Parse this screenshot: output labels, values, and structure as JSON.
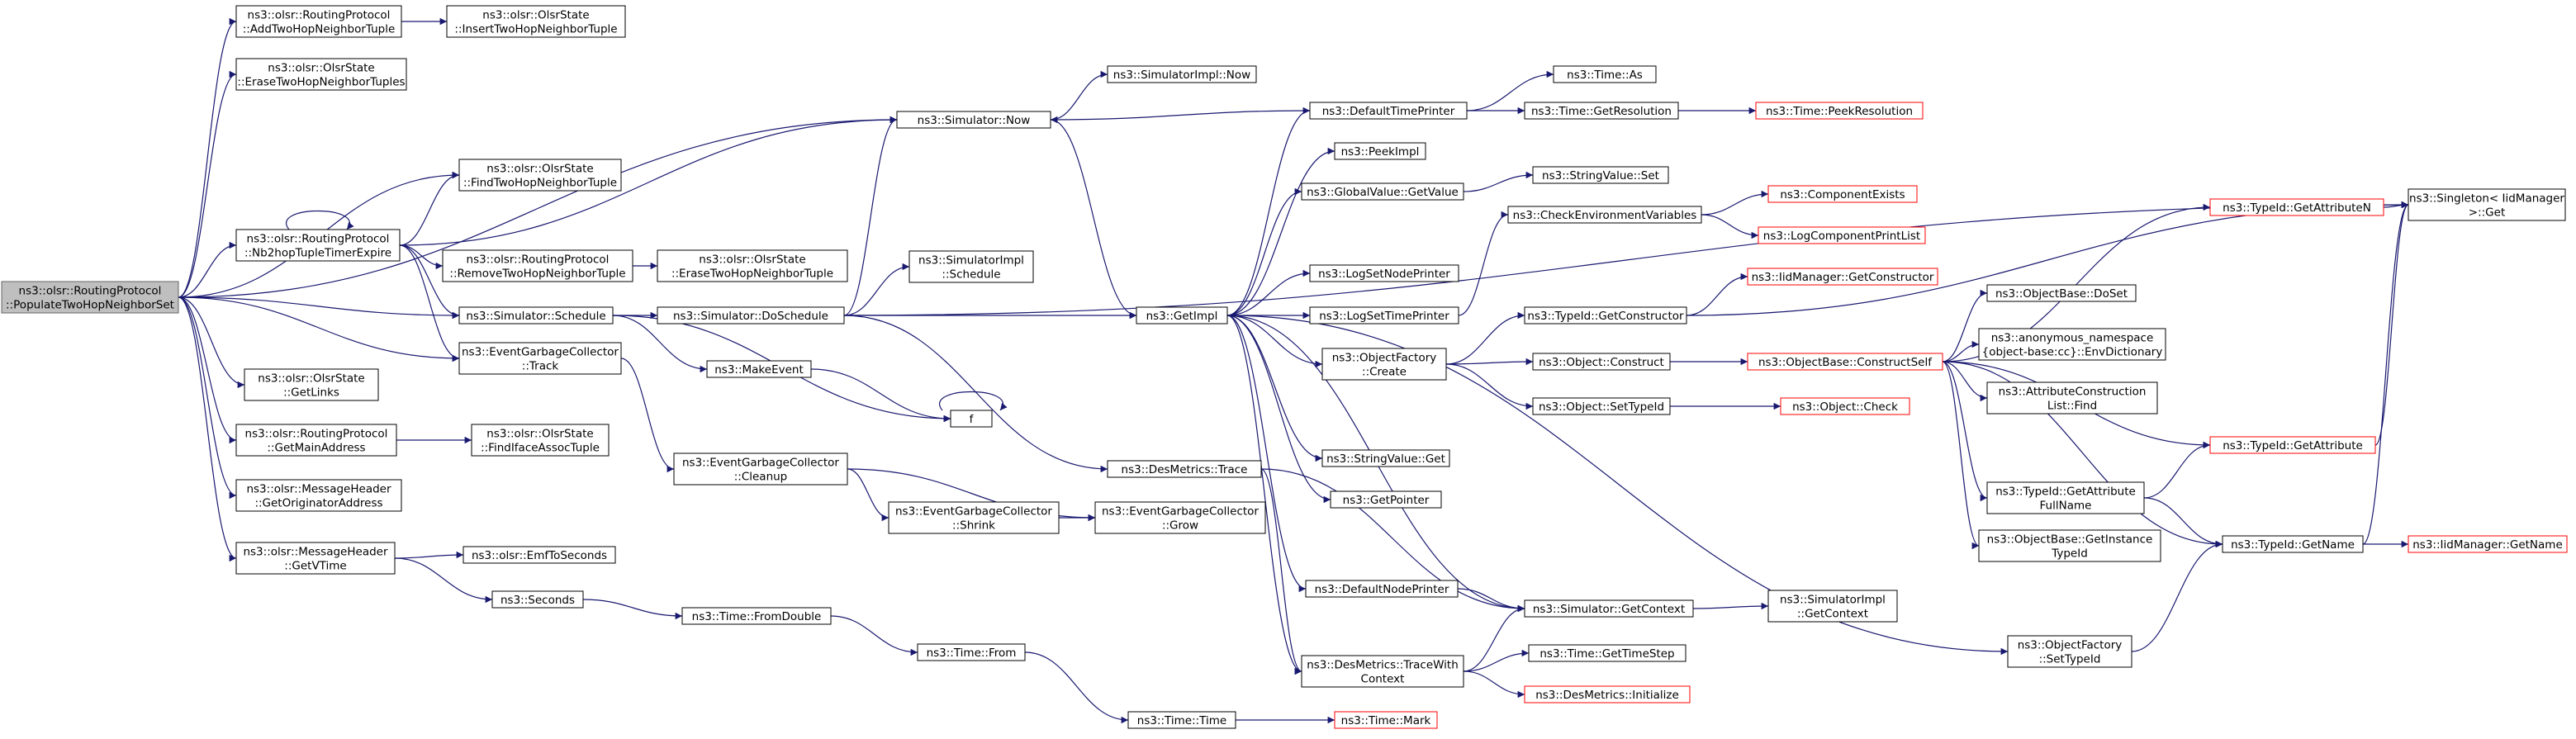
{
  "graph": {
    "nodes": [
      {
        "id": "root",
        "lines": [
          "ns3::olsr::RoutingProtocol",
          "::PopulateTwoHopNeighborSet"
        ],
        "style": "root"
      },
      {
        "id": "addtwohop",
        "lines": [
          "ns3::olsr::RoutingProtocol",
          "::AddTwoHopNeighborTuple"
        ]
      },
      {
        "id": "inserttwohop",
        "lines": [
          "ns3::olsr::OlsrState",
          "::InsertTwoHopNeighborTuple"
        ]
      },
      {
        "id": "erasetwohops",
        "lines": [
          "ns3::olsr::OlsrState",
          "::EraseTwoHopNeighborTuples"
        ]
      },
      {
        "id": "findtwohop",
        "lines": [
          "ns3::olsr::OlsrState",
          "::FindTwoHopNeighborTuple"
        ]
      },
      {
        "id": "nb2hop",
        "lines": [
          "ns3::olsr::RoutingProtocol",
          "::Nb2hopTupleTimerExpire"
        ]
      },
      {
        "id": "removetwohop",
        "lines": [
          "ns3::olsr::RoutingProtocol",
          "::RemoveTwoHopNeighborTuple"
        ]
      },
      {
        "id": "erasetwohop",
        "lines": [
          "ns3::olsr::OlsrState",
          "::EraseTwoHopNeighborTuple"
        ]
      },
      {
        "id": "schedule",
        "lines": [
          "ns3::Simulator::Schedule"
        ]
      },
      {
        "id": "egctrack",
        "lines": [
          "ns3::EventGarbageCollector",
          "::Track"
        ]
      },
      {
        "id": "getlinks",
        "lines": [
          "ns3::olsr::OlsrState",
          "::GetLinks"
        ]
      },
      {
        "id": "getmainaddr",
        "lines": [
          "ns3::olsr::RoutingProtocol",
          "::GetMainAddress"
        ]
      },
      {
        "id": "findiface",
        "lines": [
          "ns3::olsr::OlsrState",
          "::FindIfaceAssocTuple"
        ]
      },
      {
        "id": "getorig",
        "lines": [
          "ns3::olsr::MessageHeader",
          "::GetOriginatorAddress"
        ]
      },
      {
        "id": "getvtime",
        "lines": [
          "ns3::olsr::MessageHeader",
          "::GetVTime"
        ]
      },
      {
        "id": "emftosec",
        "lines": [
          "ns3::olsr::EmfToSeconds"
        ]
      },
      {
        "id": "seconds",
        "lines": [
          "ns3::Seconds"
        ]
      },
      {
        "id": "fromdouble",
        "lines": [
          "ns3::Time::FromDouble"
        ]
      },
      {
        "id": "from",
        "lines": [
          "ns3::Time::From"
        ]
      },
      {
        "id": "time",
        "lines": [
          "ns3::Time::Time"
        ]
      },
      {
        "id": "mark",
        "lines": [
          "ns3::Time::Mark"
        ],
        "style": "trunc"
      },
      {
        "id": "simnow",
        "lines": [
          "ns3::Simulator::Now"
        ]
      },
      {
        "id": "simimplnow",
        "lines": [
          "ns3::SimulatorImpl::Now"
        ]
      },
      {
        "id": "doschedule",
        "lines": [
          "ns3::Simulator::DoSchedule"
        ]
      },
      {
        "id": "simimplschedule",
        "lines": [
          "ns3::SimulatorImpl",
          "::Schedule"
        ]
      },
      {
        "id": "makeevent",
        "lines": [
          "ns3::MakeEvent"
        ]
      },
      {
        "id": "f",
        "lines": [
          "f"
        ]
      },
      {
        "id": "egccleanup",
        "lines": [
          "ns3::EventGarbageCollector",
          "::Cleanup"
        ]
      },
      {
        "id": "egcshrink",
        "lines": [
          "ns3::EventGarbageCollector",
          "::Shrink"
        ]
      },
      {
        "id": "egcgrow",
        "lines": [
          "ns3::EventGarbageCollector",
          "::Grow"
        ]
      },
      {
        "id": "getimpl",
        "lines": [
          "ns3::GetImpl"
        ]
      },
      {
        "id": "destrace",
        "lines": [
          "ns3::DesMetrics::Trace"
        ]
      },
      {
        "id": "deftimeprinter",
        "lines": [
          "ns3::DefaultTimePrinter"
        ]
      },
      {
        "id": "timeas",
        "lines": [
          "ns3::Time::As"
        ]
      },
      {
        "id": "timegetres",
        "lines": [
          "ns3::Time::GetResolution"
        ]
      },
      {
        "id": "timepeekres",
        "lines": [
          "ns3::Time::PeekResolution"
        ],
        "style": "trunc"
      },
      {
        "id": "peekimpl",
        "lines": [
          "ns3::PeekImpl"
        ]
      },
      {
        "id": "gvgetvalue",
        "lines": [
          "ns3::GlobalValue::GetValue"
        ]
      },
      {
        "id": "svset",
        "lines": [
          "ns3::StringValue::Set"
        ]
      },
      {
        "id": "logsetnode",
        "lines": [
          "ns3::LogSetNodePrinter"
        ]
      },
      {
        "id": "logsettime",
        "lines": [
          "ns3::LogSetTimePrinter"
        ]
      },
      {
        "id": "checkenv",
        "lines": [
          "ns3::CheckEnvironmentVariables"
        ]
      },
      {
        "id": "compexists",
        "lines": [
          "ns3::ComponentExists"
        ],
        "style": "trunc"
      },
      {
        "id": "logcompprint",
        "lines": [
          "ns3::LogComponentPrintList"
        ],
        "style": "trunc"
      },
      {
        "id": "ofcreate",
        "lines": [
          "ns3::ObjectFactory",
          "::Create"
        ]
      },
      {
        "id": "tidgetctor",
        "lines": [
          "ns3::TypeId::GetConstructor"
        ]
      },
      {
        "id": "iidmgetctor",
        "lines": [
          "ns3::IidManager::GetConstructor"
        ],
        "style": "trunc"
      },
      {
        "id": "objconstruct",
        "lines": [
          "ns3::Object::Construct"
        ]
      },
      {
        "id": "objsettypeid",
        "lines": [
          "ns3::Object::SetTypeId"
        ]
      },
      {
        "id": "objcheck",
        "lines": [
          "ns3::Object::Check"
        ],
        "style": "trunc"
      },
      {
        "id": "obconstructself",
        "lines": [
          "ns3::ObjectBase::ConstructSelf"
        ],
        "style": "trunc"
      },
      {
        "id": "tidgetattrn",
        "lines": [
          "ns3::TypeId::GetAttributeN"
        ],
        "style": "trunc"
      },
      {
        "id": "singletonget",
        "lines": [
          "ns3::Singleton< IidManager",
          ">::Get"
        ]
      },
      {
        "id": "obdoset",
        "lines": [
          "ns3::ObjectBase::DoSet"
        ]
      },
      {
        "id": "envdict",
        "lines": [
          "ns3::anonymous_namespace",
          "{object-base:cc}::EnvDictionary"
        ]
      },
      {
        "id": "attrconstrfind",
        "lines": [
          "ns3::AttributeConstruction",
          "List::Find"
        ]
      },
      {
        "id": "tidgetattr",
        "lines": [
          "ns3::TypeId::GetAttribute"
        ],
        "style": "trunc"
      },
      {
        "id": "tidgetattrfull",
        "lines": [
          "ns3::TypeId::GetAttribute",
          "FullName"
        ]
      },
      {
        "id": "obgetinsttid",
        "lines": [
          "ns3::ObjectBase::GetInstance",
          "TypeId"
        ]
      },
      {
        "id": "tidgetname",
        "lines": [
          "ns3::TypeId::GetName"
        ]
      },
      {
        "id": "iidmgetname",
        "lines": [
          "ns3::IidManager::GetName"
        ],
        "style": "trunc"
      },
      {
        "id": "svget",
        "lines": [
          "ns3::StringValue::Get"
        ]
      },
      {
        "id": "getpointer",
        "lines": [
          "ns3::GetPointer"
        ]
      },
      {
        "id": "defnodeprinter",
        "lines": [
          "ns3::DefaultNodePrinter"
        ]
      },
      {
        "id": "simgetcontext",
        "lines": [
          "ns3::Simulator::GetContext"
        ]
      },
      {
        "id": "simimplgetcontext",
        "lines": [
          "ns3::SimulatorImpl",
          "::GetContext"
        ]
      },
      {
        "id": "destracectx",
        "lines": [
          "ns3::DesMetrics::TraceWith",
          "Context"
        ]
      },
      {
        "id": "timegetstep",
        "lines": [
          "ns3::Time::GetTimeStep"
        ]
      },
      {
        "id": "desinit",
        "lines": [
          "ns3::DesMetrics::Initialize"
        ],
        "style": "trunc"
      },
      {
        "id": "ofsettypeid",
        "lines": [
          "ns3::ObjectFactory",
          "::SetTypeId"
        ]
      }
    ],
    "edges": [
      [
        "root",
        "addtwohop"
      ],
      [
        "root",
        "erasetwohops"
      ],
      [
        "root",
        "simnow"
      ],
      [
        "root",
        "findtwohop"
      ],
      [
        "root",
        "nb2hop"
      ],
      [
        "root",
        "schedule"
      ],
      [
        "root",
        "egctrack"
      ],
      [
        "root",
        "getlinks"
      ],
      [
        "root",
        "getmainaddr"
      ],
      [
        "root",
        "getorig"
      ],
      [
        "root",
        "getvtime"
      ],
      [
        "addtwohop",
        "inserttwohop"
      ],
      [
        "nb2hop",
        "nb2hop"
      ],
      [
        "nb2hop",
        "findtwohop"
      ],
      [
        "nb2hop",
        "simnow"
      ],
      [
        "nb2hop",
        "removetwohop"
      ],
      [
        "nb2hop",
        "schedule"
      ],
      [
        "nb2hop",
        "egctrack"
      ],
      [
        "removetwohop",
        "erasetwohop"
      ],
      [
        "schedule",
        "doschedule"
      ],
      [
        "schedule",
        "makeevent"
      ],
      [
        "schedule",
        "f"
      ],
      [
        "egctrack",
        "egccleanup"
      ],
      [
        "getmainaddr",
        "findiface"
      ],
      [
        "getvtime",
        "emftosec"
      ],
      [
        "getvtime",
        "seconds"
      ],
      [
        "seconds",
        "fromdouble"
      ],
      [
        "fromdouble",
        "from"
      ],
      [
        "from",
        "time"
      ],
      [
        "time",
        "mark"
      ],
      [
        "simnow",
        "simimplnow"
      ],
      [
        "simnow",
        "getimpl"
      ],
      [
        "doschedule",
        "simnow"
      ],
      [
        "doschedule",
        "simimplschedule"
      ],
      [
        "doschedule",
        "getimpl"
      ],
      [
        "doschedule",
        "destrace"
      ],
      [
        "doschedule",
        "singletonget"
      ],
      [
        "makeevent",
        "f"
      ],
      [
        "f",
        "f"
      ],
      [
        "egccleanup",
        "egcshrink"
      ],
      [
        "egccleanup",
        "egcgrow"
      ],
      [
        "egcshrink",
        "egcgrow"
      ],
      [
        "getimpl",
        "deftimeprinter"
      ],
      [
        "getimpl",
        "peekimpl"
      ],
      [
        "getimpl",
        "gvgetvalue"
      ],
      [
        "getimpl",
        "logsetnode"
      ],
      [
        "getimpl",
        "logsettime"
      ],
      [
        "getimpl",
        "ofcreate"
      ],
      [
        "getimpl",
        "svget"
      ],
      [
        "getimpl",
        "getpointer"
      ],
      [
        "getimpl",
        "defnodeprinter"
      ],
      [
        "getimpl",
        "simgetcontext"
      ],
      [
        "getimpl",
        "destracectx"
      ],
      [
        "getimpl",
        "ofsettypeid"
      ],
      [
        "destrace",
        "simgetcontext"
      ],
      [
        "destrace",
        "destracectx"
      ],
      [
        "deftimeprinter",
        "simnow"
      ],
      [
        "deftimeprinter",
        "timeas"
      ],
      [
        "deftimeprinter",
        "timegetres"
      ],
      [
        "timegetres",
        "timepeekres"
      ],
      [
        "gvgetvalue",
        "svset"
      ],
      [
        "logsettime",
        "checkenv"
      ],
      [
        "checkenv",
        "compexists"
      ],
      [
        "checkenv",
        "logcompprint"
      ],
      [
        "ofcreate",
        "tidgetctor"
      ],
      [
        "ofcreate",
        "objconstruct"
      ],
      [
        "ofcreate",
        "objsettypeid"
      ],
      [
        "tidgetctor",
        "iidmgetctor"
      ],
      [
        "tidgetctor",
        "singletonget"
      ],
      [
        "objconstruct",
        "obconstructself"
      ],
      [
        "objsettypeid",
        "objcheck"
      ],
      [
        "obconstructself",
        "tidgetattrn"
      ],
      [
        "obconstructself",
        "obdoset"
      ],
      [
        "obconstructself",
        "envdict"
      ],
      [
        "obconstructself",
        "attrconstrfind"
      ],
      [
        "obconstructself",
        "tidgetattr"
      ],
      [
        "obconstructself",
        "tidgetattrfull"
      ],
      [
        "obconstructself",
        "obgetinsttid"
      ],
      [
        "obconstructself",
        "tidgetname"
      ],
      [
        "tidgetattrn",
        "singletonget"
      ],
      [
        "tidgetattr",
        "singletonget"
      ],
      [
        "tidgetattrfull",
        "tidgetattr"
      ],
      [
        "tidgetattrfull",
        "tidgetname"
      ],
      [
        "tidgetname",
        "singletonget"
      ],
      [
        "tidgetname",
        "iidmgetname"
      ],
      [
        "defnodeprinter",
        "simgetcontext"
      ],
      [
        "simgetcontext",
        "simimplgetcontext"
      ],
      [
        "destracectx",
        "simgetcontext"
      ],
      [
        "destracectx",
        "timegetstep"
      ],
      [
        "destracectx",
        "desinit"
      ],
      [
        "ofsettypeid",
        "tidgetname"
      ]
    ]
  }
}
